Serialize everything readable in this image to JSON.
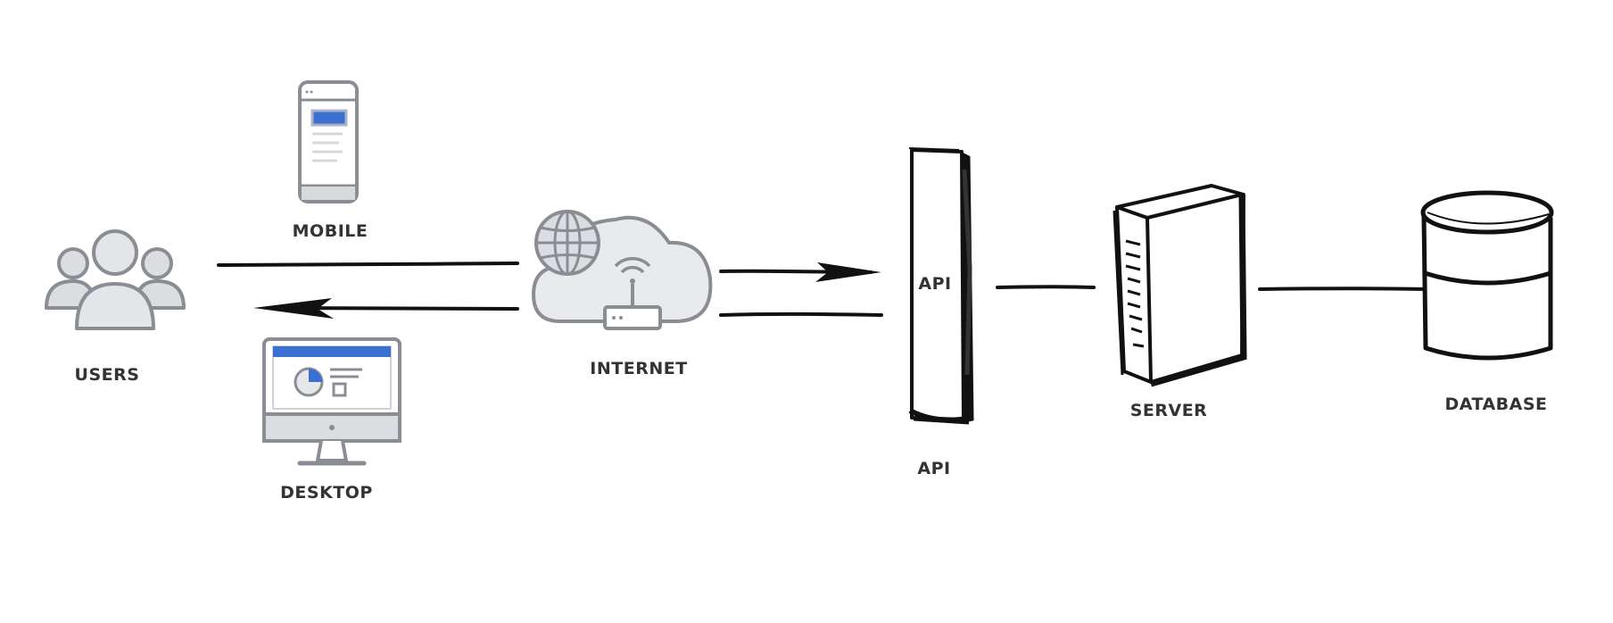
{
  "labels": {
    "mobile": "MOBILE",
    "users": "USERS",
    "desktop": "DESKTOP",
    "internet": "INTERNET",
    "api_inner": "API",
    "api_caption": "API",
    "server": "SERVER",
    "database": "DATABASE"
  },
  "colors": {
    "ink": "#111111",
    "icon_gray": "#dcdde0",
    "icon_outline": "#8a8d93",
    "accent_blue": "#3b6fd1"
  }
}
